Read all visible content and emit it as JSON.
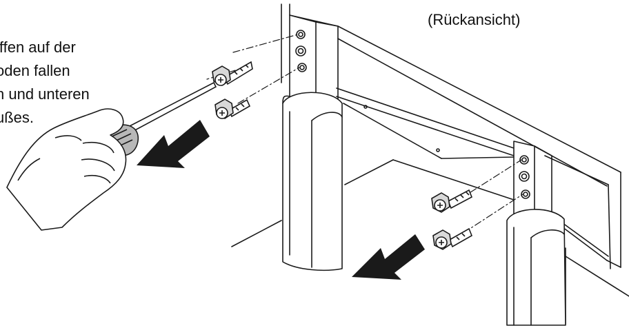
{
  "view_label": "(Rückansicht)",
  "caption_lines": [
    "iffen auf der",
    "oden fallen",
    "n und unteren",
    "ußes."
  ],
  "icons": {
    "screwdriver": "screwdriver-icon",
    "hand": "hand-icon",
    "screw": "screw-icon",
    "arrow": "removal-arrow-icon"
  },
  "colors": {
    "line": "#1a1a1a",
    "fill": "#ffffff",
    "arrow": "#1a1a1a",
    "screw_body": "#d9d9d9"
  }
}
